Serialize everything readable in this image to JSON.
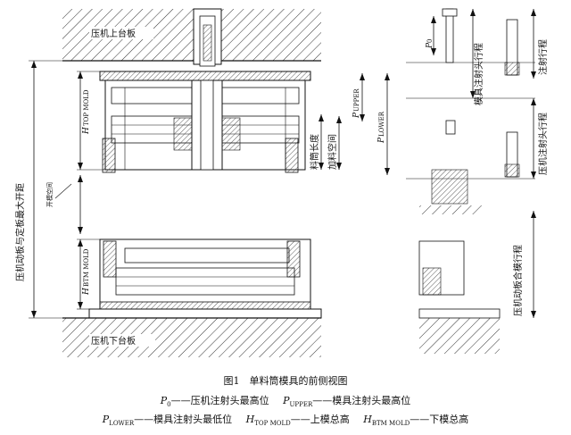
{
  "labels": {
    "upper_platen": "压机上台板",
    "lower_platen": "压机下台板",
    "max_opening": "压机动板与定板最大开距",
    "open_space": "开模空间",
    "feed_length": "料筒长度",
    "feed_space": "加料空间",
    "h_top_main": "H",
    "h_top_sub": "TOP MOLD",
    "h_btm_main": "H",
    "h_btm_sub": "BTM MOLD",
    "p_upper_main": "P",
    "p_upper_sub": "UPPER",
    "p_lower_main": "P",
    "p_lower_sub": "LOWER",
    "p0_main": "P",
    "p0_sub": "0",
    "inject_stroke_right": "压机注射头行程",
    "inject_stroke_small": "注射行程",
    "mold_inject_stroke": "模具注射头行程",
    "platen_stroke": "压机动板合模行程"
  },
  "caption": {
    "title": "图1　单料筒模具的前侧视图",
    "l1a_main": "P",
    "l1a_sub": "0",
    "l1a_text": "——压机注射头最高位",
    "l1b_main": "P",
    "l1b_sub": "UPPER",
    "l1b_text": "——模具注射头最高位",
    "l2a_main": "P",
    "l2a_sub": "LOWER",
    "l2a_text": "——模具注射头最低位",
    "l2b_main": "H",
    "l2b_sub": "TOP MOLD",
    "l2b_text": "——上模总高",
    "l2c_main": "H",
    "l2c_sub": "BTM MOLD",
    "l2c_text": "——下模总高"
  }
}
